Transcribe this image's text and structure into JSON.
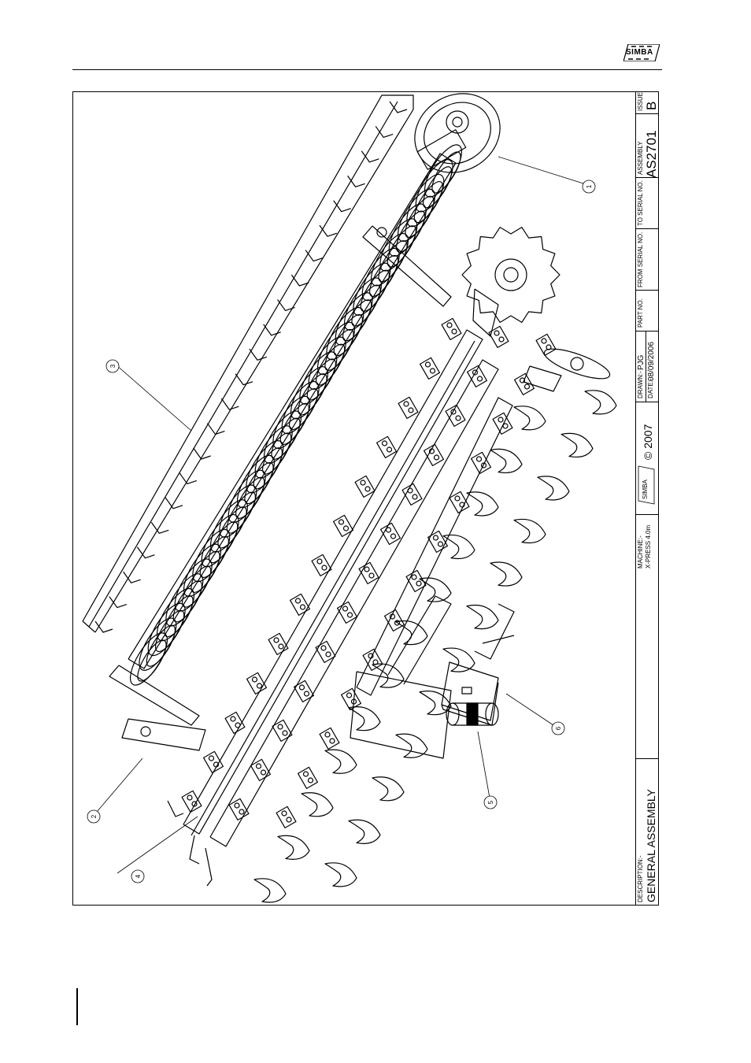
{
  "brand": {
    "logo_text": "SIMBA"
  },
  "diagram": {
    "callouts": [
      "1",
      "2",
      "3",
      "4",
      "5",
      "6"
    ]
  },
  "title_block": {
    "description_label": "DESCRIPTION:-",
    "description_value": "GENERAL ASSEMBLY",
    "machine_label": "MACHINE:-",
    "machine_value": "X-PRESS 4.0m",
    "copyright": "© 2007",
    "logo_small": "SIMBA",
    "drawn_label": "DRAWN:-",
    "drawn_value": "PJG",
    "date_label": "DATE:-",
    "date_value": "08/09/2006",
    "part_no_label": "PART NO.",
    "from_serial_label": "FROM SERIAL NO.",
    "to_serial_label": "TO SERIAL NO.",
    "assembly_label": "ASSEMBLY",
    "assembly_value": "AS2701",
    "issue_label": "ISSUE",
    "issue_value": "B"
  }
}
